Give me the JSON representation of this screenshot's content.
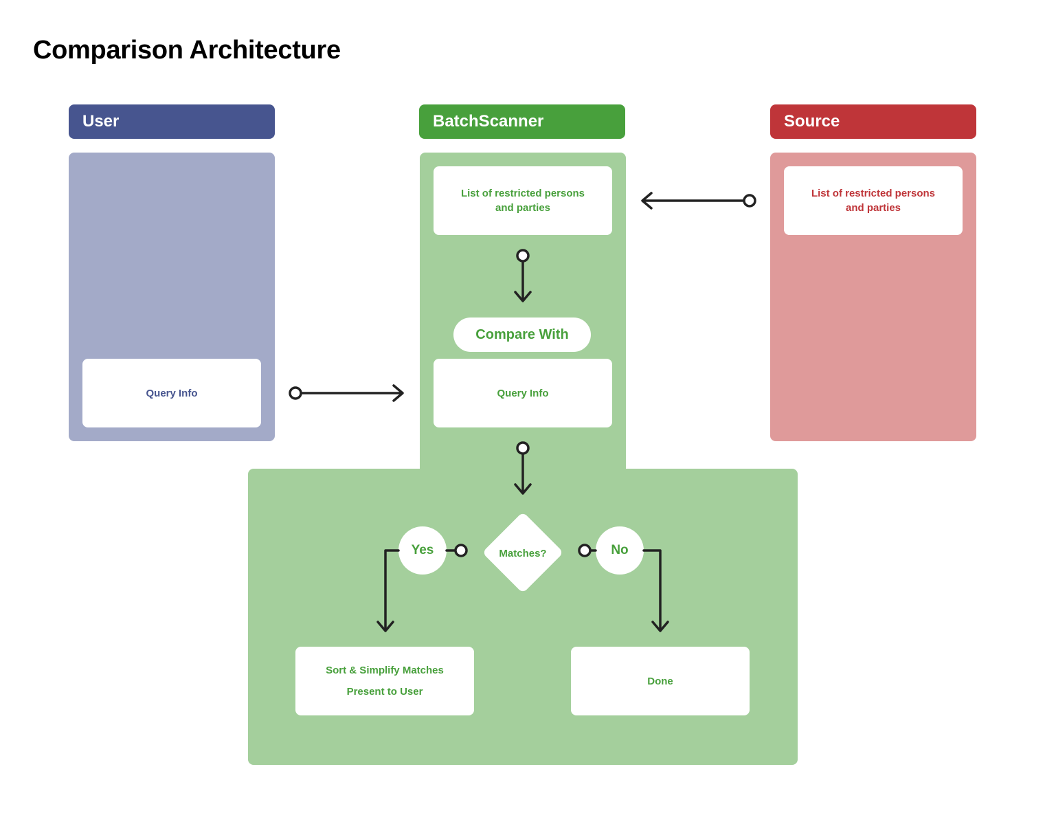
{
  "title": "Comparison Architecture",
  "colors": {
    "user_header": "#47558f",
    "user_panel": "#a3aac8",
    "scanner_header": "#48a03c",
    "scanner_panel": "#a4cf9c",
    "source_header": "#bf3539",
    "source_panel": "#df9a9a",
    "connector": "#222222"
  },
  "lanes": {
    "user": {
      "label": "User",
      "card": "Query Info"
    },
    "scanner": {
      "label": "BatchScanner",
      "list_card": [
        "List of restricted persons",
        "and parties"
      ],
      "compare": "Compare With",
      "query_card": "Query Info",
      "decision": "Matches?",
      "yes": "Yes",
      "no": "No",
      "sort_card": [
        "Sort & Simplify Matches",
        "Present to User"
      ],
      "done_card": "Done"
    },
    "source": {
      "label": "Source",
      "list_card": [
        "List of restricted persons",
        "and parties"
      ]
    }
  },
  "icons": {
    "connector_start": "hollow-circle-icon",
    "connector_end": "open-arrowhead-icon"
  }
}
